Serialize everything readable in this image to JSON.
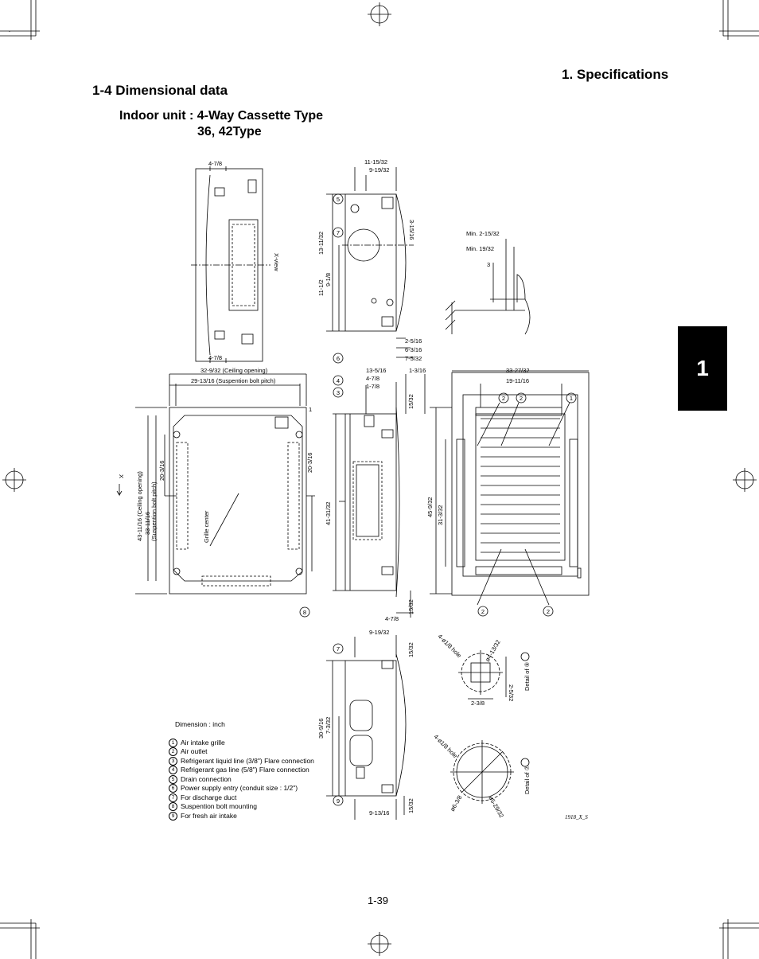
{
  "header": {
    "chapter": "1. Specifications",
    "section": "1-4   Dimensional data",
    "title_line1": "Indoor unit : 4-Way Cassette Type",
    "title_line2": "36, 42Type"
  },
  "chapter_tab": "1",
  "page_number": "1-39",
  "figure_code": "1918_X_S",
  "dimensions": {
    "top_4_7_8": "4-7/8",
    "bottom_4_7_8": "4-7/8",
    "x_view": "X-view",
    "d_11_15_32": "11-15/32",
    "d_9_19_32": "9-19/32",
    "d_13_11_32": "13-11/32",
    "d_11_1_2": "11-1/2",
    "d_9_1_8": "9-1/8",
    "d_3_15_16": "3-15/16",
    "d_2_5_16": "2-5/16",
    "d_6_3_16": "6-3/16",
    "d_7_5_32": "7-5/32",
    "min_2_15_32": "Min. 2-15/32",
    "min_19_32": "Min. 19/32",
    "d_3": "3",
    "ceiling_opening_w": "32-9/32 (Ceiling opening)",
    "suspension_pitch_w": "29-13/16 (Suspention bolt pitch)",
    "ceiling_opening_h": "43-11/16 (Ceiling opening)",
    "suspension_pitch_h": "33-11/16",
    "suspension_pitch_h_label": "(Suspention bolt pitch)",
    "d_20_3_16_a": "20-3/16",
    "d_20_3_16_b": "20-3/16",
    "grille_center": "Grille center",
    "d_x": "X",
    "d_1": "1",
    "d_13_5_16": "13-5/16",
    "d_1_3_16": "1-3/16",
    "d_4_7_8_mid": "4-7/8",
    "d_1_7_8": "1-7/8",
    "d_15_32_a": "15/32",
    "d_41_31_32": "41-31/32",
    "d_15_32_b": "15/32",
    "d_4_7_8_low": "4-7/8",
    "d_33_27_32": "33-27/32",
    "d_19_11_16": "19-11/16",
    "d_45_9_32": "45-9/32",
    "d_31_3_32": "31-3/32",
    "d_9_19_32_low": "9-19/32",
    "d_15_32_c": "15/32",
    "d_30_9_16": "30-9/16",
    "d_7_3_32": "7-3/32",
    "d_9_13_16": "9-13/16",
    "d_15_32_d": "15/32",
    "hole_4_1_8": "4-ø1/8 hole",
    "d_phi_4_13_32": "ø4-13/32",
    "d_2_5_32": "2-5/32",
    "d_2_3_8": "2-3/8",
    "detail_9": "Detail of ⑨",
    "hole_4_1_8_b": "4-ø1/8 hole",
    "d_phi_6_3_8": "ø6-3/8",
    "d_phi_5_29_32": "ø5-29/32",
    "detail_7": "Detail of ⑦"
  },
  "legend": {
    "header": "Dimension : inch",
    "items": [
      {
        "num": "1",
        "text": "Air intake grille"
      },
      {
        "num": "2",
        "text": "Air outlet"
      },
      {
        "num": "3",
        "text": "Refrigerant liquid line (3/8\") Flare connection"
      },
      {
        "num": "4",
        "text": "Refrigerant gas line (5/8\") Flare connection"
      },
      {
        "num": "5",
        "text": "Drain connection"
      },
      {
        "num": "6",
        "text": "Power supply entry (conduit size : 1/2\")"
      },
      {
        "num": "7",
        "text": "For discharge duct"
      },
      {
        "num": "8",
        "text": "Suspention bolt mounting"
      },
      {
        "num": "9",
        "text": "For fresh air intake"
      }
    ]
  },
  "callouts": [
    "5",
    "7",
    "6",
    "4",
    "3",
    "8",
    "2",
    "2",
    "1",
    "2",
    "2",
    "7",
    "9"
  ]
}
